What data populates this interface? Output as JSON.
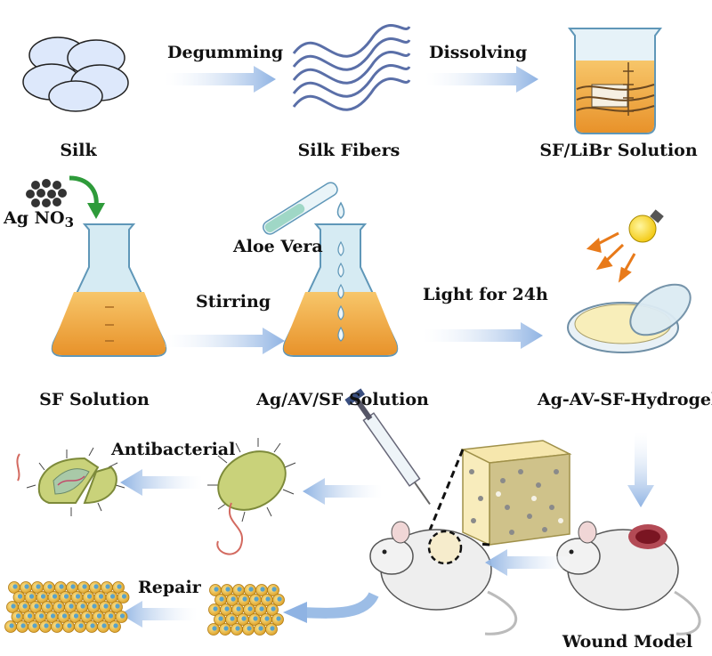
{
  "process": {
    "silk": "Silk",
    "degumming": "Degumming",
    "silk_fibers": "Silk Fibers",
    "dissolving": "Dissolving",
    "sf_libr_solution": "SF/LiBr Solution",
    "agno3_main": "Ag NO",
    "agno3_sub": "3",
    "aloe_vera": "Aloe Vera",
    "stirring": "Stirring",
    "light": "Light for 24h",
    "sf_solution": "SF Solution",
    "ag_av_sf_solution": "Ag/AV/SF Solution",
    "hydrogel": "Ag-AV-SF-Hydrogel",
    "antibacterial": "Antibacterial",
    "repair": "Repair",
    "wound_model": "Wound Model"
  },
  "colors": {
    "arrow": "#9cbde6",
    "solution": "#f0a038",
    "flask_glass": "#cfe6f2",
    "bacteria": "#c9d27a",
    "wound": "#8a1f2a",
    "cell": "#e8b838"
  }
}
